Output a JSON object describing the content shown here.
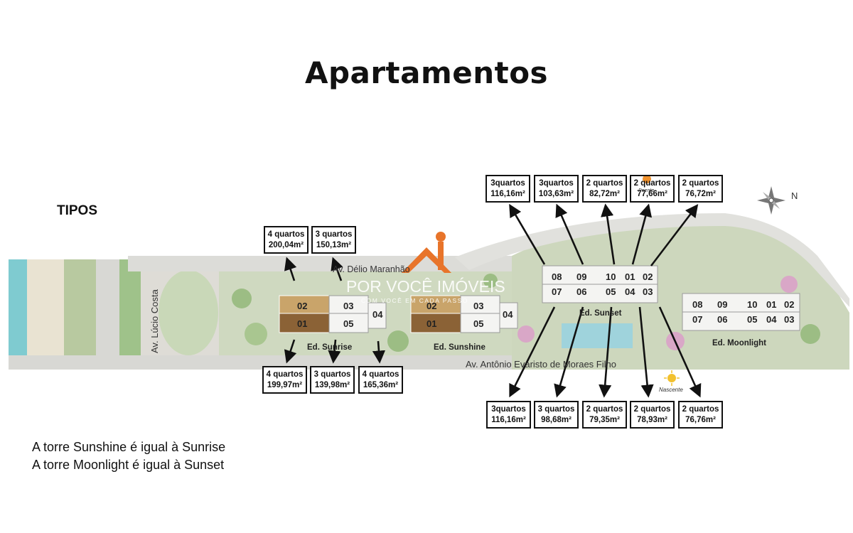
{
  "title": "Apartamentos",
  "section_label": "TIPOS",
  "streets": {
    "top": "Av. Délio Maranhão",
    "bottom": "Av. Antônio Evaristo de Moraes Filho",
    "left": "Av. Lúcio Costa"
  },
  "compass": {
    "north": "N",
    "sunset": "Poente",
    "sunrise": "Nascente"
  },
  "watermark": {
    "brand": "POR VOCÊ IMÓVEIS",
    "tagline": "COM VOCÊ EM CADA PASSO"
  },
  "buildings": {
    "sunrise": {
      "name": "Ed. Sunrise",
      "units": [
        "02",
        "03",
        "04",
        "01",
        "05"
      ]
    },
    "sunshine": {
      "name": "Ed. Sunshine",
      "units": [
        "02",
        "03",
        "04",
        "01",
        "05"
      ]
    },
    "sunset": {
      "name": "Ed. Sunset",
      "units": [
        "08",
        "09",
        "10",
        "01",
        "02",
        "07",
        "06",
        "05",
        "04",
        "03"
      ]
    },
    "moonlight": {
      "name": "Ed. Moonlight",
      "units": [
        "08",
        "09",
        "10",
        "01",
        "02",
        "07",
        "06",
        "05",
        "04",
        "03"
      ]
    }
  },
  "unit_types": {
    "sunrise_top": [
      {
        "rooms": "4 quartos",
        "area": "200,04m²"
      },
      {
        "rooms": "3 quartos",
        "area": "150,13m²"
      }
    ],
    "sunrise_bottom": [
      {
        "rooms": "4 quartos",
        "area": "199,97m²"
      },
      {
        "rooms": "3 quartos",
        "area": "139,98m²"
      },
      {
        "rooms": "4 quartos",
        "area": "165,36m²"
      }
    ],
    "sunset_top": [
      {
        "rooms": "3quartos",
        "area": "116,16m²"
      },
      {
        "rooms": "3quartos",
        "area": "103,63m²"
      },
      {
        "rooms": "2 quartos",
        "area": "82,72m²"
      },
      {
        "rooms": "2 quartos",
        "area": "77,66m²"
      },
      {
        "rooms": "2 quartos",
        "area": "76,72m²"
      }
    ],
    "sunset_bottom": [
      {
        "rooms": "3quartos",
        "area": "116,16m²"
      },
      {
        "rooms": "3 quartos",
        "area": "98,68m²"
      },
      {
        "rooms": "2 quartos",
        "area": "79,35m²"
      },
      {
        "rooms": "2 quartos",
        "area": "78,93m²"
      },
      {
        "rooms": "2 quartos",
        "area": "76,76m²"
      }
    ]
  },
  "notes": [
    "A torre Sunshine é igual à Sunrise",
    "A torre Moonlight é igual à Sunset"
  ],
  "colors": {
    "unit_tan": "#c9a46a",
    "unit_brown": "#8b6236",
    "logo_orange": "#e8742a",
    "sea": "#7fcbd0",
    "sand": "#e6e0cf",
    "greenery": "#a6c48c",
    "road": "#d6d6d2"
  }
}
